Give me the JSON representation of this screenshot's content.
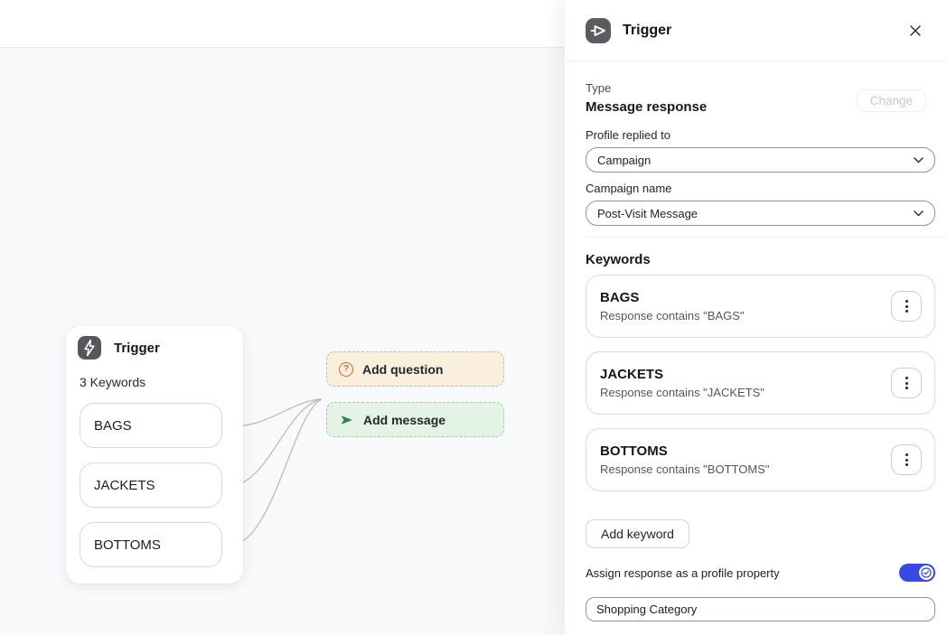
{
  "colors": {
    "accent_blue": "#3a49e1",
    "question_orange": "#c7702e",
    "question_bg": "#faeedd",
    "message_green": "#2e8152",
    "message_bg": "#e3f4e6",
    "canvas_bg": "#f8f9fb",
    "node_icon_bg": "#56575b"
  },
  "icons": {
    "node_icon": "lightning-bolt",
    "panel_icon": "send-arrow",
    "question_icon": "?",
    "message_icon": "send-arrow",
    "close_icon": "x",
    "menu_icon": "kebab-vertical",
    "toggle_icon": "circled-check",
    "select_icon": "chevron-down"
  },
  "canvas": {
    "node": {
      "title": "Trigger",
      "count": "3 Keywords",
      "keywords": [
        "BAGS",
        "JACKETS",
        "BOTTOMS"
      ]
    },
    "add_question_label": "Add question",
    "add_message_label": "Add message"
  },
  "panel": {
    "title": "Trigger",
    "type_label": "Type",
    "type_value": "Message response",
    "change_label": "Change",
    "profile_replied_label": "Profile replied to",
    "profile_replied_value": "Campaign",
    "campaign_name_label": "Campaign name",
    "campaign_name_value": "Post-Visit Message",
    "keywords_heading": "Keywords",
    "keywords": [
      {
        "name": "BAGS",
        "description": "Response contains \"BAGS\""
      },
      {
        "name": "JACKETS",
        "description": "Response contains \"JACKETS\""
      },
      {
        "name": "BOTTOMS",
        "description": "Response contains \"BOTTOMS\""
      }
    ],
    "add_keyword_label": "Add keyword",
    "assign_label": "Assign response as a profile property",
    "property_value": "Shopping Category"
  }
}
